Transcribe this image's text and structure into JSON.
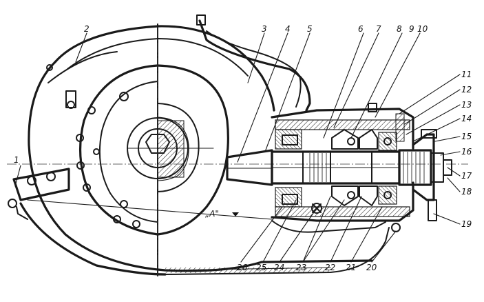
{
  "labels": {
    "l1": "1",
    "l2": "2",
    "l3": "3",
    "l4": "4",
    "l5": "5",
    "l6": "6",
    "l7": "7",
    "l8": "8",
    "l9": "9",
    "l10": "10",
    "l11": "11",
    "l12": "12",
    "l13": "13",
    "l14": "14",
    "l15": "15",
    "l16": "16",
    "l17": "17",
    "l18": "18",
    "l19": "19",
    "l20": "20",
    "l21": "21",
    "l22": "22",
    "l23": "23",
    "l24": "24",
    "l25": "25",
    "l26": "26"
  },
  "view_label": "„А\"",
  "colors": {
    "ink": "#1a1a1a",
    "paper": "#ffffff"
  }
}
